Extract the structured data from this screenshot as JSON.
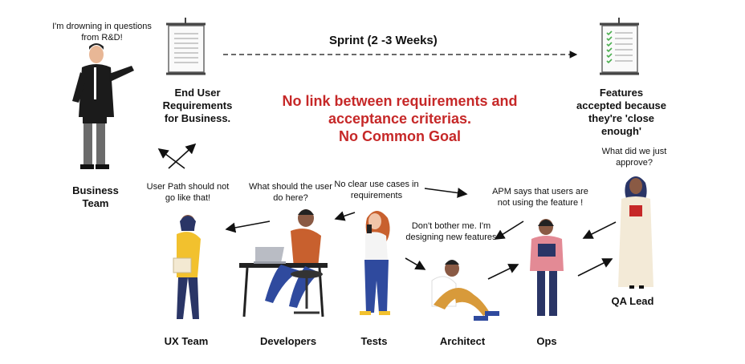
{
  "sprint_title": "Sprint (2 -3 Weeks)",
  "quotes": {
    "business": "I'm drowning in questions from R&D!",
    "ux": "User Path should not go like that!",
    "developers": "What should the user do here?",
    "tests": "No clear use cases in requirements",
    "architect": "Don't bother me. I'm designing new features",
    "ops": "APM says that users are not using the feature !",
    "qa": "What did we just approve?"
  },
  "boards": {
    "requirements": "End User Requirements for Business.",
    "accepted": "Features accepted because they're 'close enough'"
  },
  "headline": {
    "line1": "No link between requirements and",
    "line2": "acceptance criterias.",
    "line3": "No Common Goal"
  },
  "roles": {
    "business": "Business Team",
    "ux": "UX Team",
    "developers": "Developers",
    "tests": "Tests",
    "architect": "Architect",
    "ops": "Ops",
    "qa": "QA Lead"
  },
  "colors": {
    "accent_red": "#c62828",
    "yellow": "#f2c12e",
    "navy": "#2a3566",
    "orange_shirt": "#c8602e",
    "blue_pants": "#2f4a9e",
    "pink_jacket": "#e38a95",
    "ochre": "#d89a3a"
  }
}
